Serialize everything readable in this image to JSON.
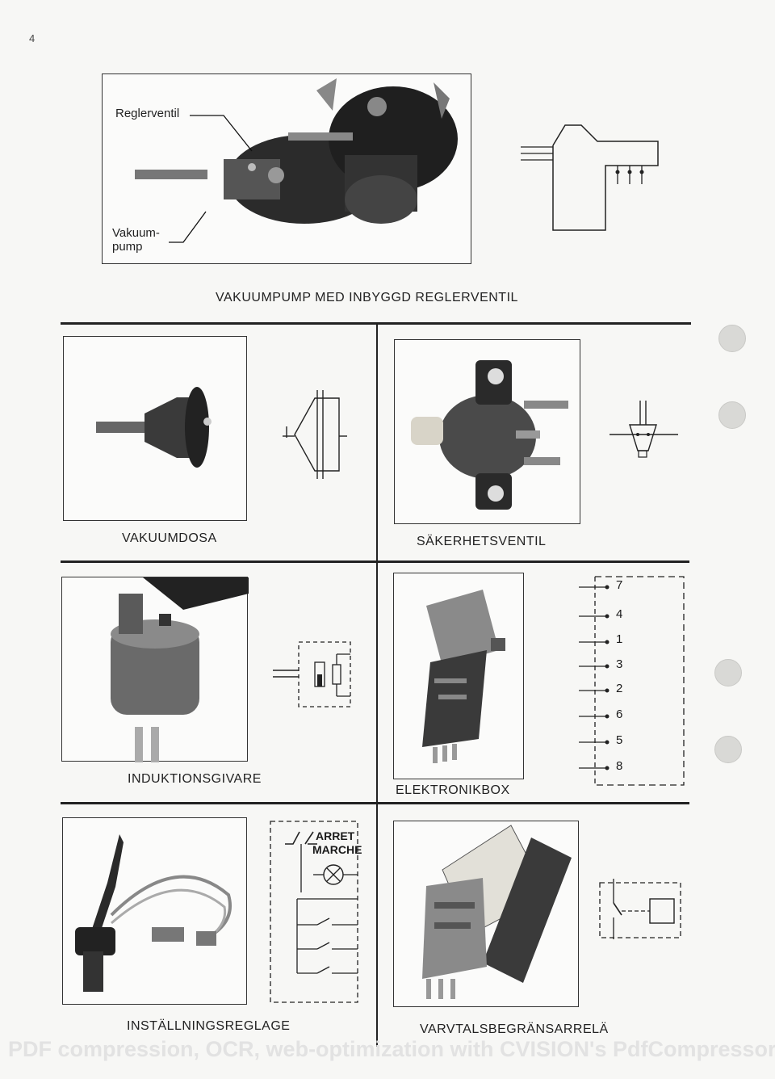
{
  "page": {
    "number": "4"
  },
  "sections": [
    {
      "id": "vakuumpump",
      "caption": "VAKUUMPUMP MED INBYGGD REGLERVENTIL",
      "labels": {
        "valve": "Reglerventil",
        "pump_line1": "Vakuum-",
        "pump_line2": "pump"
      }
    },
    {
      "id": "vakuumdosa",
      "caption": "VAKUUMDOSA"
    },
    {
      "id": "sakerhetsventil",
      "caption": "SÄKERHETSVENTIL"
    },
    {
      "id": "induktionsgivare",
      "caption": "INDUKTIONSGIVARE"
    },
    {
      "id": "elektronikbox",
      "caption": "ELEKTRONIKBOX",
      "terminals": [
        "7",
        "4",
        "1",
        "3",
        "2",
        "6",
        "5",
        "8"
      ]
    },
    {
      "id": "installningsreglage",
      "caption": "INSTÄLLNINGSREGLAGE",
      "switch_labels": [
        "ARRET",
        "MARCHE"
      ]
    },
    {
      "id": "varvtalsbegransarrela",
      "caption": "VARVTALSBEGRÄNSARRELÄ"
    }
  ],
  "watermark": "PDF compression, OCR, web-optimization with CVISION's PdfCompressor"
}
